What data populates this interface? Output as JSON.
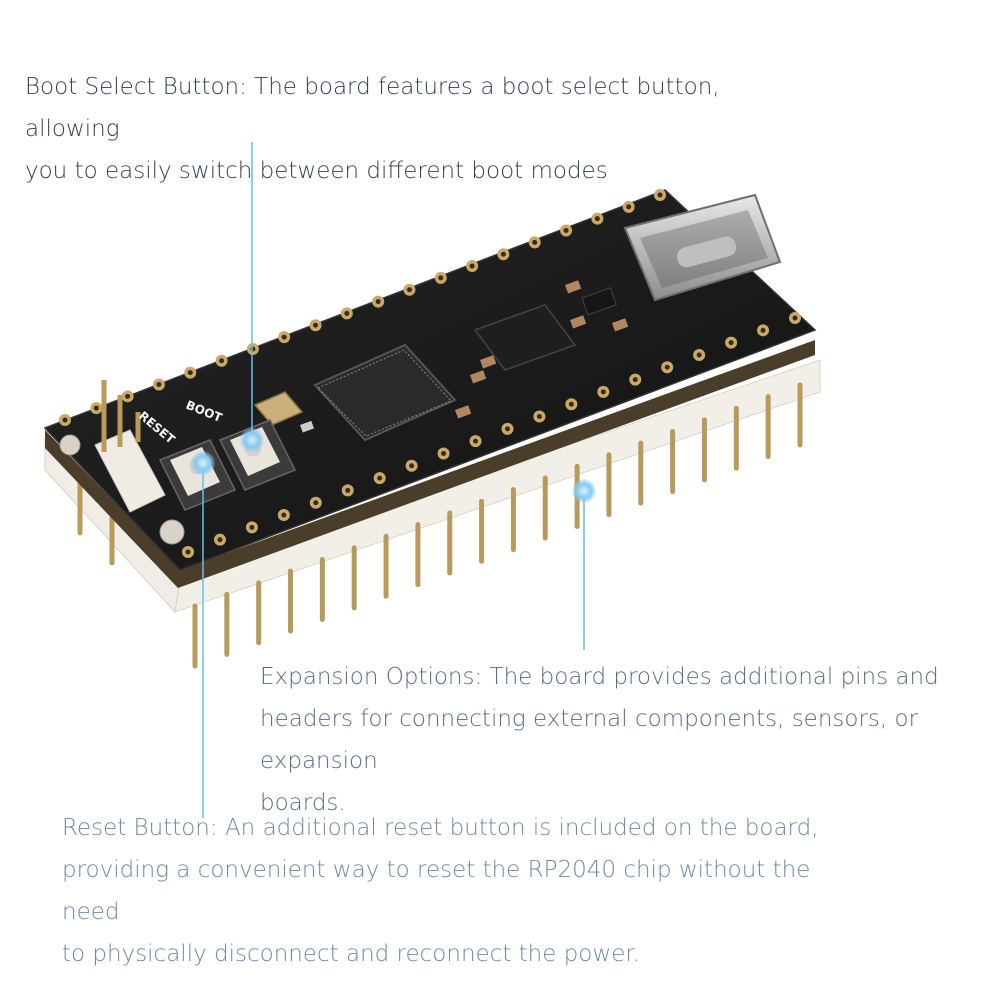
{
  "callouts": {
    "boot_select": {
      "line1": "Boot Select Button: The board features a boot select button, allowing",
      "line2": "you to easily switch between different boot modes"
    },
    "expansion": {
      "line1": "Expansion Options: The board provides additional pins and",
      "line2": "headers for connecting external components, sensors, or expansion",
      "line3": "boards."
    },
    "reset": {
      "line1": "Reset Button: An additional reset button is included on the board,",
      "line2": "providing a convenient way to reset the RP2040 chip without the need",
      "line3": "to physically disconnect and reconnect the power."
    }
  },
  "board": {
    "boot_label": "BOOT",
    "reset_label": "RESET"
  },
  "colors": {
    "pcb": "#1a1a1a",
    "pin_header": "#f2efe9",
    "pin_metal": "#b79a5c",
    "callout_line": "#6bbbe8"
  }
}
